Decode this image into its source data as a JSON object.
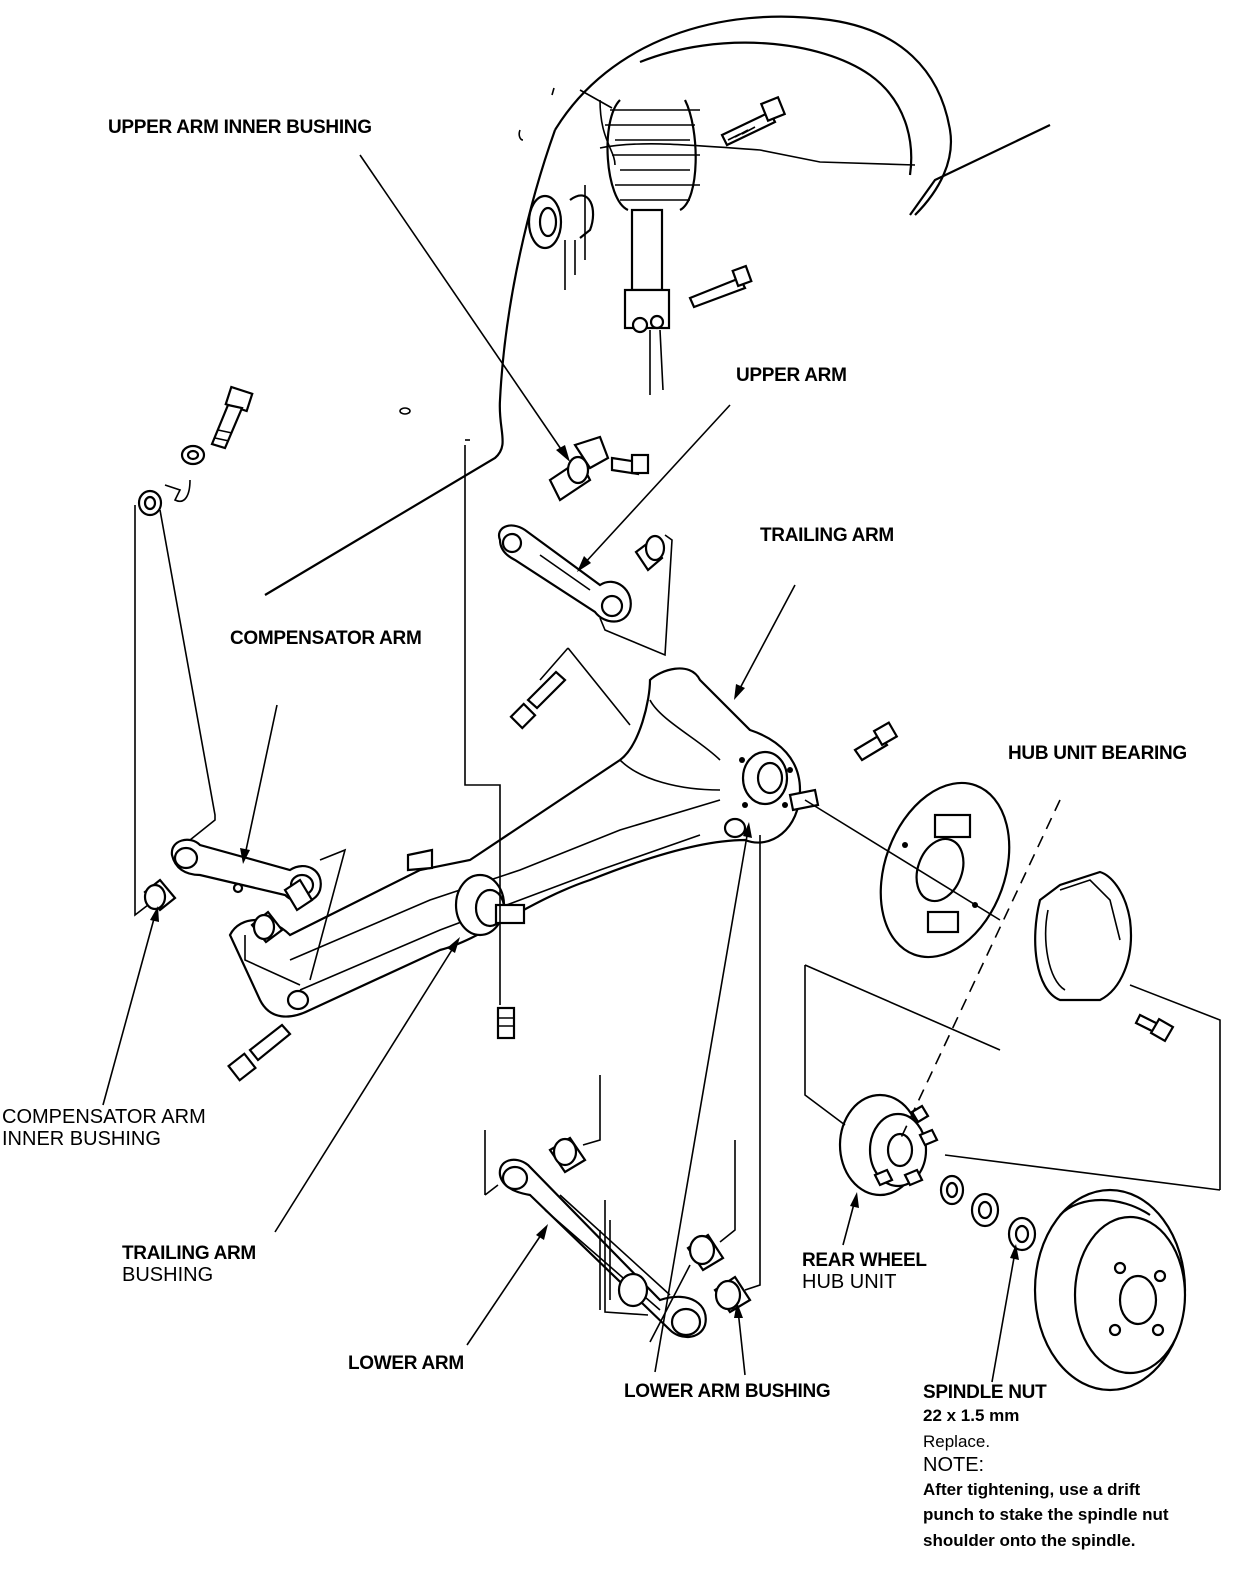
{
  "labels": {
    "upper_arm_inner_bushing": "UPPER ARM INNER BUSHING",
    "upper_arm": "UPPER ARM",
    "trailing_arm": "TRAILING ARM",
    "compensator_arm": "COMPENSATOR ARM",
    "hub_unit_bearing": "HUB UNIT BEARING",
    "compensator_arm_inner_bushing": [
      "COMPENSATOR ARM",
      "INNER BUSHING"
    ],
    "trailing_arm_bushing": [
      "TRAILING ARM",
      "BUSHING"
    ],
    "lower_arm": "LOWER ARM",
    "lower_arm_bushing": "LOWER ARM BUSHING",
    "rear_wheel_hub_unit": [
      "REAR WHEEL",
      "HUB UNIT"
    ],
    "spindle_nut": {
      "title": "SPINDLE NUT",
      "size": "22 x 1.5 mm",
      "action": "Replace.",
      "note_heading": "NOTE:",
      "note_lines": [
        "After tightening, use a drift",
        "punch to stake the spindle nut",
        "shoulder onto the spindle."
      ]
    }
  },
  "colors": {
    "ink": "#000000",
    "paper": "#ffffff"
  }
}
